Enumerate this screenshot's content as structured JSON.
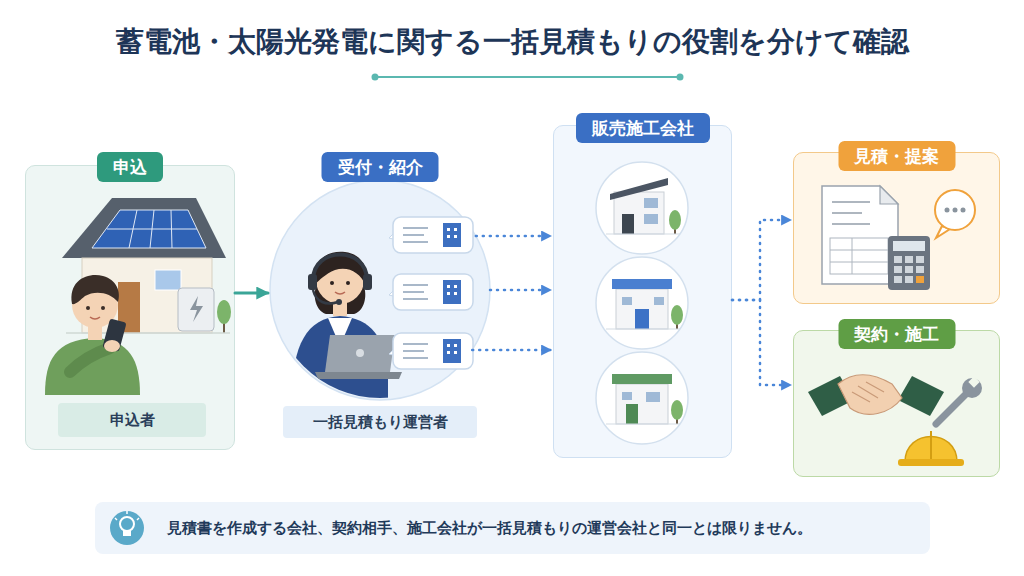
{
  "diagram": {
    "title": "蓄電池・太陽光発電に関する一括見積もりの役割を分けて確認",
    "nodes": [
      {
        "text": [
          "申込"
        ]
      },
      {
        "text": [
          "申込者"
        ],
        "in": 0
      },
      {
        "text": [
          "受付・紹介"
        ]
      },
      {
        "text": [
          "一括見積もり運営者"
        ],
        "in": 2
      },
      {
        "text": [
          "販売施工会社"
        ]
      },
      {
        "text": [
          "見積・提案"
        ]
      },
      {
        "text": [
          "契約・施工"
        ]
      },
      {
        "text": [
          "見積書を作成する会社、契約相手、施工会社が一括見積もりの運営会社と同一とは限りません。"
        ]
      }
    ],
    "edges": [
      {
        "from": 0,
        "to": 2,
        "arrow": "to"
      },
      {
        "from": 2,
        "to": 4,
        "arrow": "to"
      },
      {
        "from": 2,
        "to": 4,
        "arrow": "to"
      },
      {
        "from": 2,
        "to": 4,
        "arrow": "to"
      },
      {
        "from": 4,
        "to": 5,
        "arrow": "to"
      },
      {
        "from": 4,
        "to": 6,
        "arrow": "to"
      }
    ]
  }
}
